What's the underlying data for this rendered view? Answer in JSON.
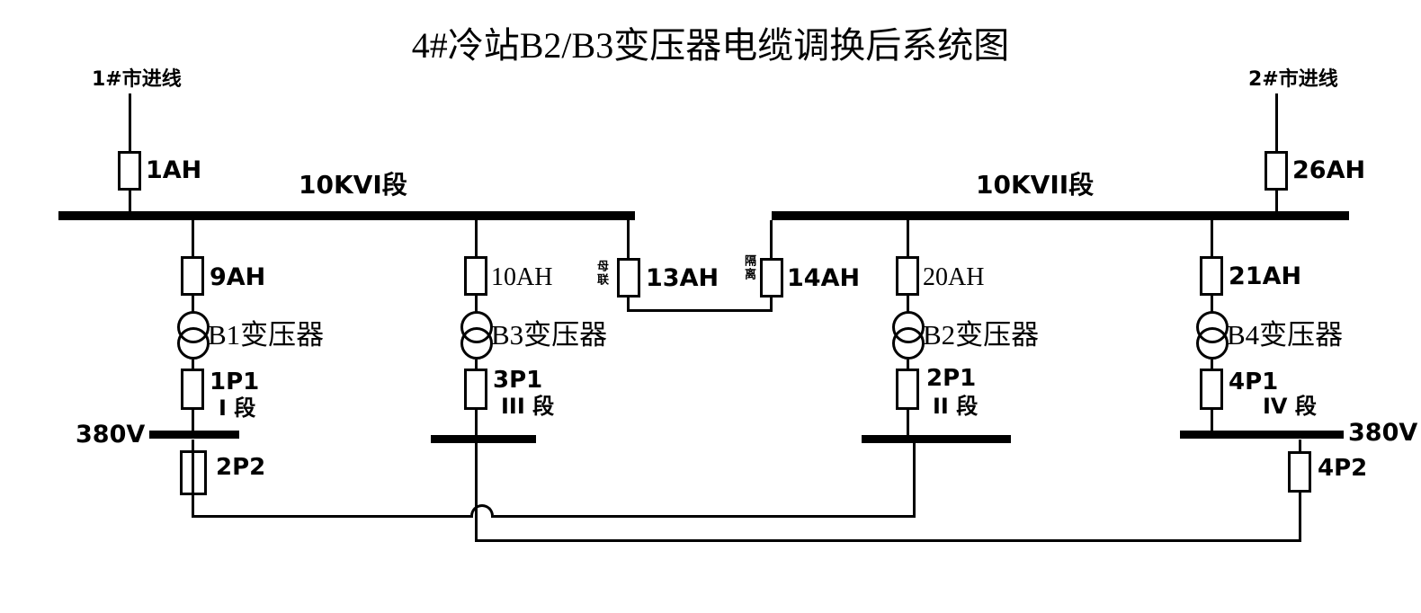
{
  "title": "4#冷站B2/B3变压器电缆调换后系统图",
  "colors": {
    "line": "#000000",
    "background": "#ffffff"
  },
  "incoming": {
    "left": {
      "source": "1#市进线",
      "breaker": "1AH"
    },
    "right": {
      "source": "2#市进线",
      "breaker": "26AH"
    }
  },
  "hv_buses": {
    "left": {
      "label": "10KVI段"
    },
    "right": {
      "label": "10KVII段"
    }
  },
  "tie": {
    "left": {
      "id": "13AH",
      "note": "母联"
    },
    "right": {
      "id": "14AH",
      "note": "隔离"
    }
  },
  "feeders": [
    {
      "hv_breaker": "9AH",
      "transformer": "B1变压器",
      "lv_breaker": "1P1",
      "section": "I 段"
    },
    {
      "hv_breaker": "10AH",
      "transformer": "B3变压器",
      "lv_breaker": "3P1",
      "section": "III 段"
    },
    {
      "hv_breaker": "20AH",
      "transformer": "B2变压器",
      "lv_breaker": "2P1",
      "section": "II 段"
    },
    {
      "hv_breaker": "21AH",
      "transformer": "B4变压器",
      "lv_breaker": "4P1",
      "section": "IV 段"
    }
  ],
  "lv": {
    "left_voltage": "380V",
    "right_voltage": "380V",
    "left_tie_fuse": "2P2",
    "right_tie_fuse": "4P2"
  }
}
